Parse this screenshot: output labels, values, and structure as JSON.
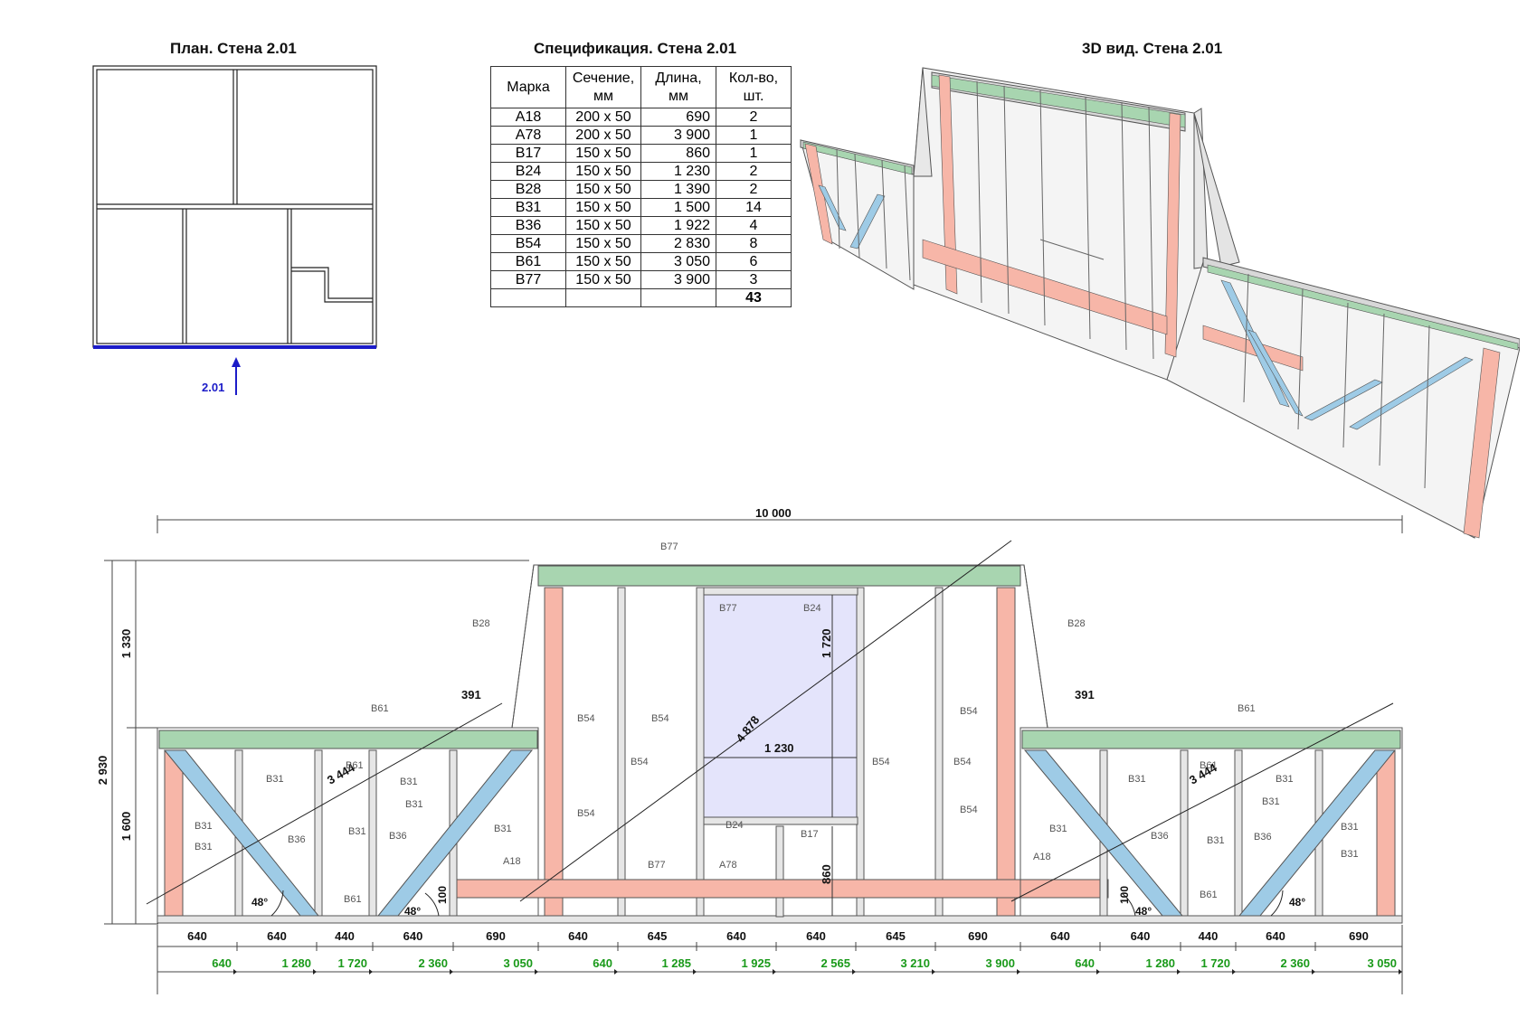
{
  "titles": {
    "plan": "План. Стена 2.01",
    "spec": "Спецификация. Стена 2.01",
    "view3d": "3D вид. Стена 2.01"
  },
  "plan": {
    "marker": "2.01"
  },
  "spec": {
    "headers": [
      "Марка",
      "Сечение, мм",
      "Длина, мм",
      "Кол-во, шт."
    ],
    "rows": [
      [
        "A18",
        "200 x 50",
        "690",
        "2"
      ],
      [
        "A78",
        "200 x 50",
        "3 900",
        "1"
      ],
      [
        "B17",
        "150 x 50",
        "860",
        "1"
      ],
      [
        "B24",
        "150 x 50",
        "1 230",
        "2"
      ],
      [
        "B28",
        "150 x 50",
        "1 390",
        "2"
      ],
      [
        "B31",
        "150 x 50",
        "1 500",
        "14"
      ],
      [
        "B36",
        "150 x 50",
        "1 922",
        "4"
      ],
      [
        "B54",
        "150 x 50",
        "2 830",
        "8"
      ],
      [
        "B61",
        "150 x 50",
        "3 050",
        "6"
      ],
      [
        "B77",
        "150 x 50",
        "3 900",
        "3"
      ]
    ],
    "total": "43"
  },
  "colors": {
    "green": "#a8d5b0",
    "red": "#f7b6a8",
    "blue": "#9ecbe6",
    "window": "#e4e4fb",
    "frame": "#e6e6e6",
    "dim_green": "#1a9a1a",
    "plan_blue": "#1c1cc8"
  },
  "elevation": {
    "overall_width": "10 000",
    "height_total": "2 930",
    "height_top": "1 330",
    "height_bottom": "1 600",
    "offset_391": "391",
    "diag_left": "3 444",
    "diag_center": "4 878",
    "diag_right": "3 444",
    "window_height": "1 720",
    "window_width": "1 230",
    "sill_height": "860",
    "brace_height": "100",
    "angle": "48°",
    "spacings": [
      "640",
      "640",
      "440",
      "640",
      "690",
      "640",
      "645",
      "640",
      "640",
      "645",
      "690",
      "640",
      "640",
      "440",
      "640",
      "690"
    ],
    "cumulative": [
      "640",
      "1 280",
      "1 720",
      "2 360",
      "3 050",
      "640",
      "1 285",
      "1 925",
      "2 565",
      "3 210",
      "3 900",
      "640",
      "1 280",
      "1 720",
      "2 360",
      "3 050"
    ],
    "labels": {
      "b77": "B77",
      "b28": "B28",
      "b61": "B61",
      "b31": "B31",
      "b36": "B36",
      "b54": "B54",
      "b24": "B24",
      "b17": "B17",
      "a18": "A18",
      "a78": "A78"
    }
  }
}
